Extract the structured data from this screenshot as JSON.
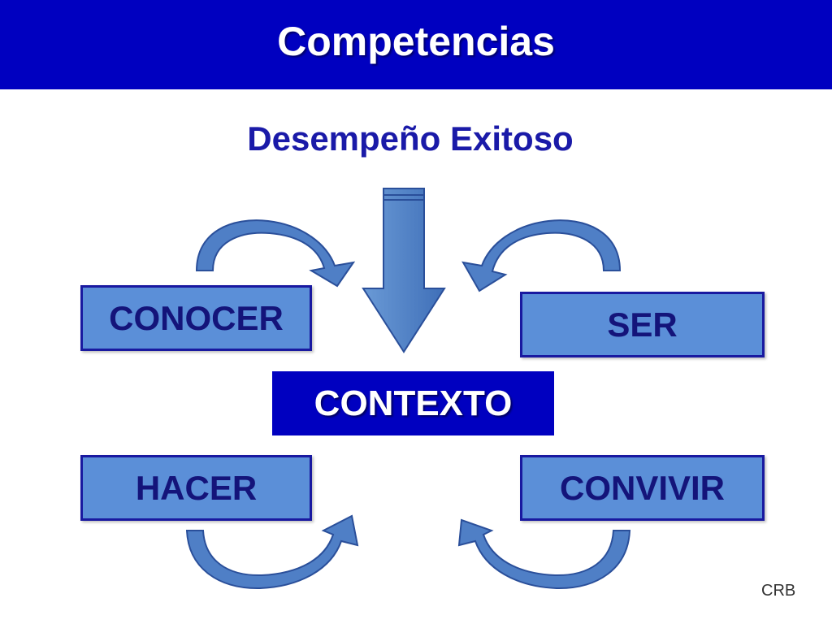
{
  "header": {
    "title": "Competencias"
  },
  "subtitle": "Desempeño Exitoso",
  "boxes": {
    "conocer": "CONOCER",
    "ser": "SER",
    "hacer": "HACER",
    "convivir": "CONVIVIR"
  },
  "center": {
    "label": "CONTEXTO"
  },
  "author": "CRB",
  "colors": {
    "header_bg": "#0000c0",
    "box_fill": "#5b8fd8",
    "box_border": "#1919a0",
    "box_text": "#14147a",
    "arrow_fill": "#4f7fc6",
    "arrow_stroke": "#2a4f9a"
  }
}
